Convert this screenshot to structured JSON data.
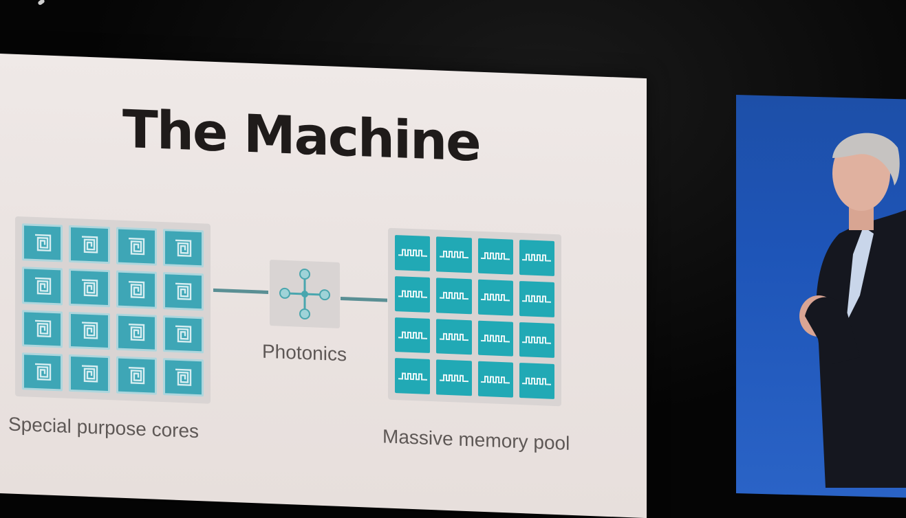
{
  "slide": {
    "title": "The Machine",
    "cores_label": "Special purpose cores",
    "photonics_label": "Photonics",
    "memory_label": "Massive memory pool"
  },
  "colors": {
    "slide_background": "#ebe4e2",
    "title_text": "#1f1b1a",
    "core_tile": "#3ea6b6",
    "memory_tile": "#21a9b5",
    "connector": "#5a8f94",
    "label_text": "#5e5856",
    "video_screen": "#1e55b8"
  },
  "icons": {
    "core_tile": "spiral-square-icon",
    "memory_tile": "square-wave-icon",
    "photonics": "photonics-hub-icon"
  }
}
